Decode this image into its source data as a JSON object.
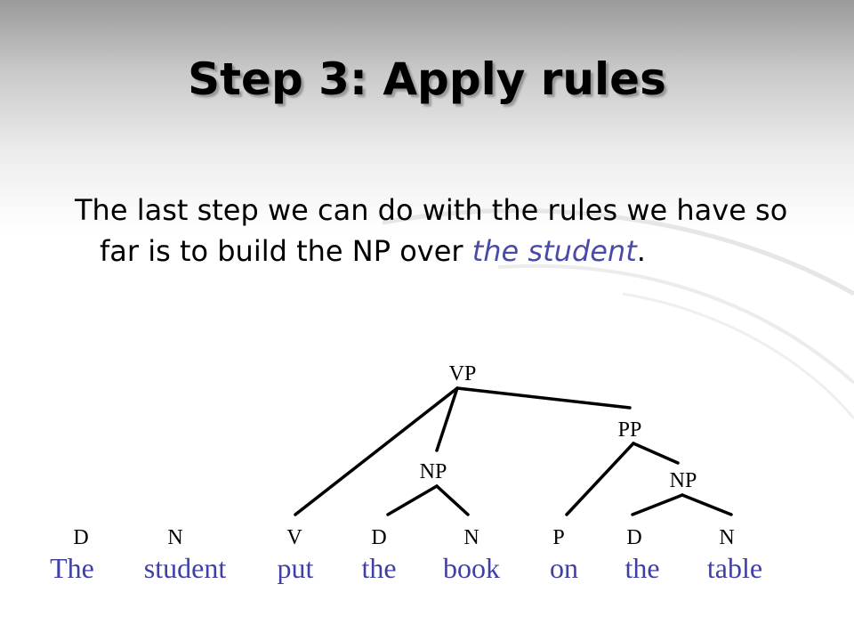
{
  "slide": {
    "title": "Step 3: Apply rules",
    "paragraph": {
      "before": "The last step we can do with the rules we have so far is to build the NP over ",
      "emphasis": "the student",
      "after": "."
    }
  },
  "tree": {
    "nodes": {
      "vp": "VP",
      "pp": "PP",
      "np_object": "NP",
      "np_pp": "NP"
    },
    "leaves": [
      {
        "cat": "D",
        "word": "The"
      },
      {
        "cat": "N",
        "word": "student"
      },
      {
        "cat": "V",
        "word": "put"
      },
      {
        "cat": "D",
        "word": "the"
      },
      {
        "cat": "N",
        "word": "book"
      },
      {
        "cat": "P",
        "word": "on"
      },
      {
        "cat": "D",
        "word": "the"
      },
      {
        "cat": "N",
        "word": "table"
      }
    ]
  },
  "colors": {
    "text": "#000000",
    "word": "#3f3fa6",
    "emphasis": "#4a4aa8"
  }
}
